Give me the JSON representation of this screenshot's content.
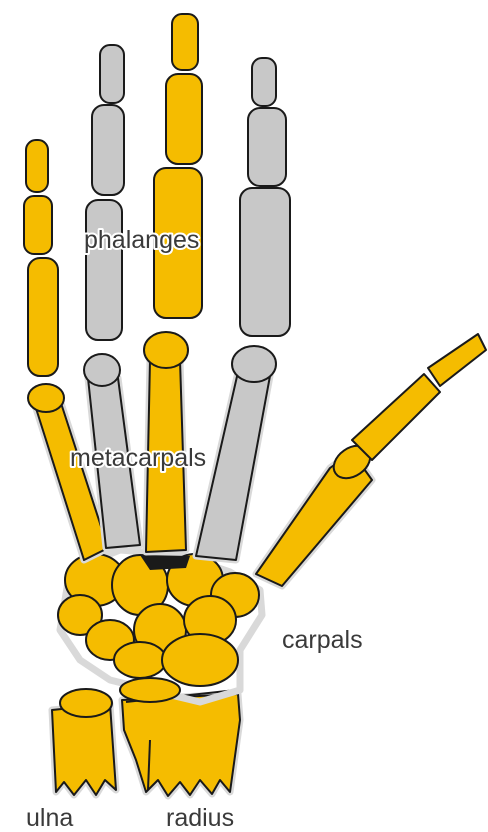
{
  "labels": {
    "phalanges": "phalanges",
    "metacarpals": "metacarpals",
    "carpals": "carpals",
    "ulna": "ulna",
    "radius": "radius"
  },
  "colors": {
    "highlight": "#f5bc00",
    "bone": "#c8c8c8",
    "outline": "#1a1a1a",
    "text": "#3a3a3a"
  }
}
